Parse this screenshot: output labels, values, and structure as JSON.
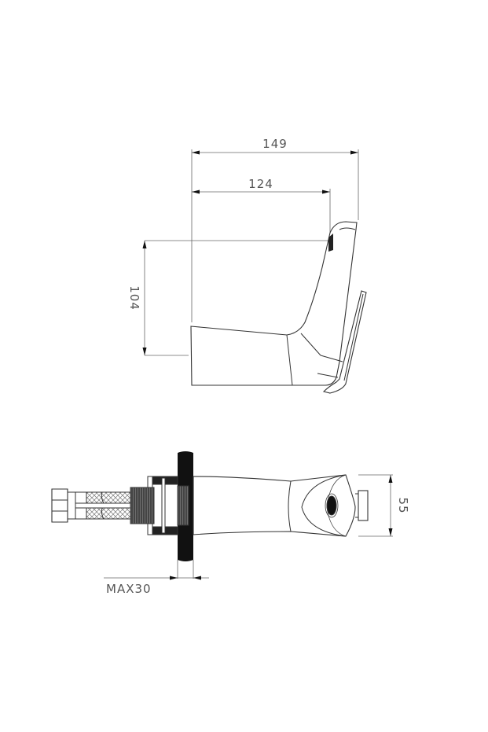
{
  "drawing": {
    "subject": "basin faucet technical drawing",
    "side_view": {
      "dimensions": {
        "overall_length": "149",
        "spout_reach": "124",
        "height": "104"
      }
    },
    "top_view": {
      "dimensions": {
        "spout_width": "55",
        "max_deck_thickness": "MAX30"
      }
    },
    "colors": {
      "line": "#333333",
      "dimension_text": "#555555",
      "deck": "#111111",
      "background": "#ffffff"
    }
  }
}
